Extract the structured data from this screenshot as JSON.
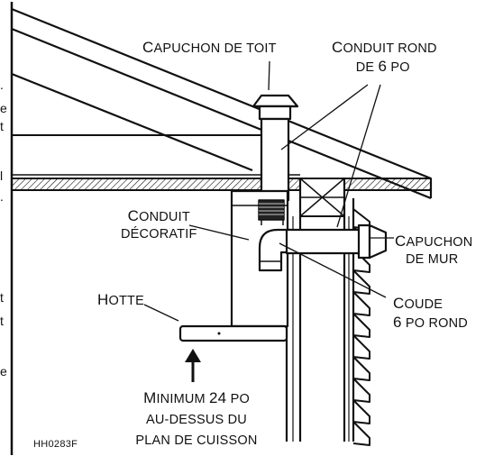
{
  "labels": {
    "roof_cap_1": "C",
    "roof_cap_2": "APUCHON DE TOIT",
    "round_duct_l1_1": "C",
    "round_duct_l1_2": "ONDUIT ROND",
    "round_duct_l2_1": "DE ",
    "round_duct_l2_2": "6",
    "round_duct_l2_3": " PO",
    "decor_l1_1": "C",
    "decor_l1_2": "ONDUIT",
    "decor_l2": "DÉCORATIF",
    "wall_cap_l1_1": "C",
    "wall_cap_l1_2": "APUCHON",
    "wall_cap_l2": "DE MUR",
    "hood_1": "H",
    "hood_2": "OTTE",
    "elbow_l1_1": "C",
    "elbow_l1_2": "OUDE",
    "elbow_l2_1": "6",
    "elbow_l2_2": " PO ROND",
    "min_l1_1": "M",
    "min_l1_2": "INIMUM ",
    "min_l1_3": "24",
    "min_l1_4": " PO",
    "min_l2": "AU-DESSUS DU",
    "min_l3": "PLAN DE CUISSON"
  },
  "figure_code": "HH0283F",
  "margin_fragments": [
    ".",
    "e",
    "t",
    "l",
    ".",
    "t",
    "t",
    "e"
  ]
}
